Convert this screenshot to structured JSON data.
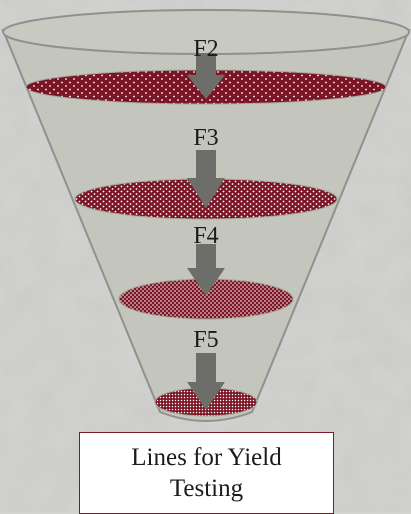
{
  "stages": [
    {
      "label": "F2"
    },
    {
      "label": "F3"
    },
    {
      "label": "F4"
    },
    {
      "label": "F5"
    }
  ],
  "caption": {
    "line1": "Lines for Yield",
    "line2": "Testing"
  },
  "colors": {
    "background": "#d3d3d1",
    "funnel_fill": "#c4c6bd",
    "funnel_stroke": "#8f918c",
    "disc_fill": "#7b1526",
    "disc_dots": "#ffffff",
    "arrow": "#6d6e69",
    "caption_border": "#7a1a2a"
  },
  "icons": {
    "arrow": "down-arrow-icon"
  }
}
